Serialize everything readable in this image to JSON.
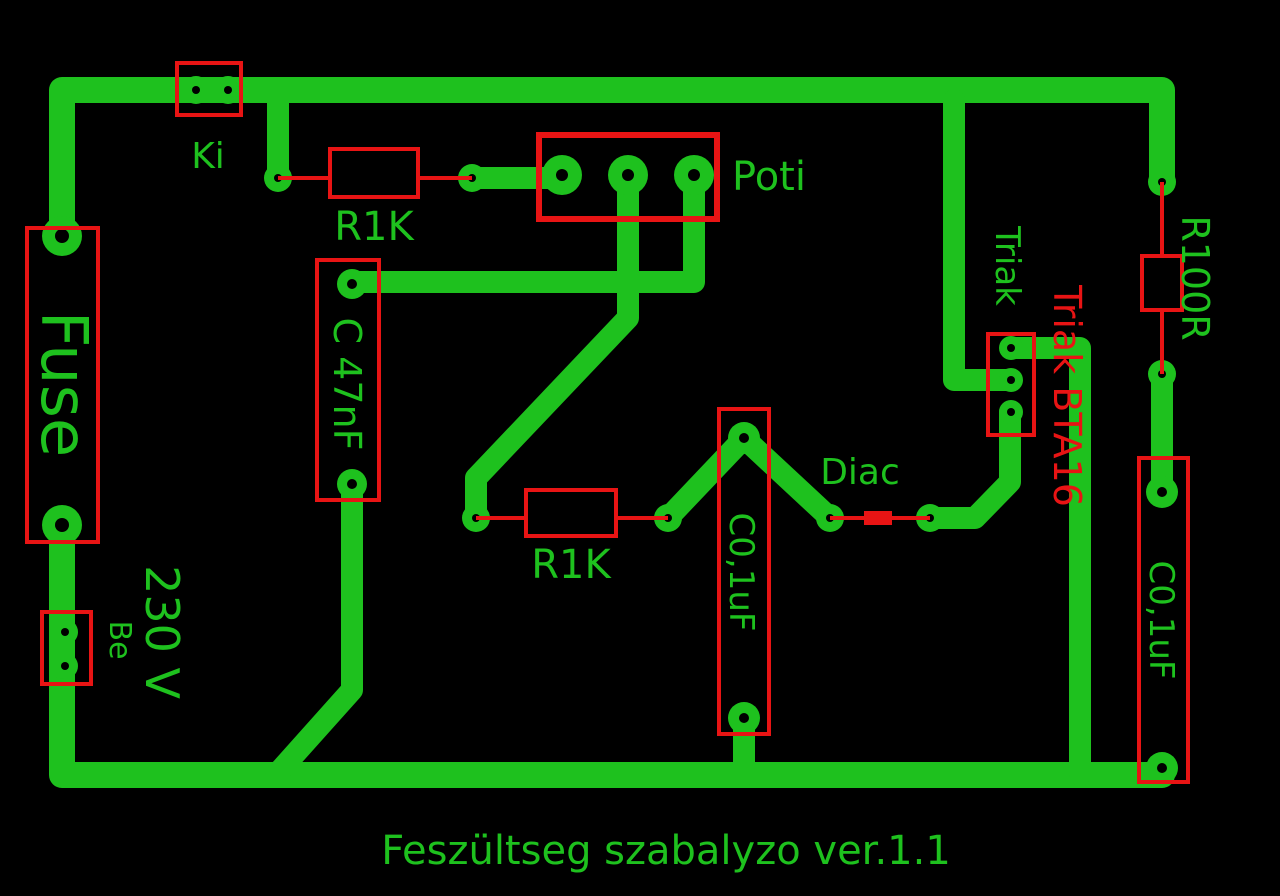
{
  "labels": {
    "switch": "Ki",
    "fuse": "Fuse",
    "input": "Be",
    "voltage": "230 V",
    "resistor_top": "R1K",
    "potentiometer": "Poti",
    "cap_47n": "C 47nF",
    "resistor_mid": "R1K",
    "cap_mid": "C0,1uF",
    "diac": "Diac",
    "triac_silk": "Triak",
    "triac_part": "Triak BTA16",
    "resistor_right": "R100R",
    "cap_right": "C0,1uF",
    "board_title": "Feszültseg szabalyzo ver.1.1"
  },
  "colors": {
    "background": "#000000",
    "copper": "#1ec11e",
    "silkscreen": "#e81414"
  }
}
